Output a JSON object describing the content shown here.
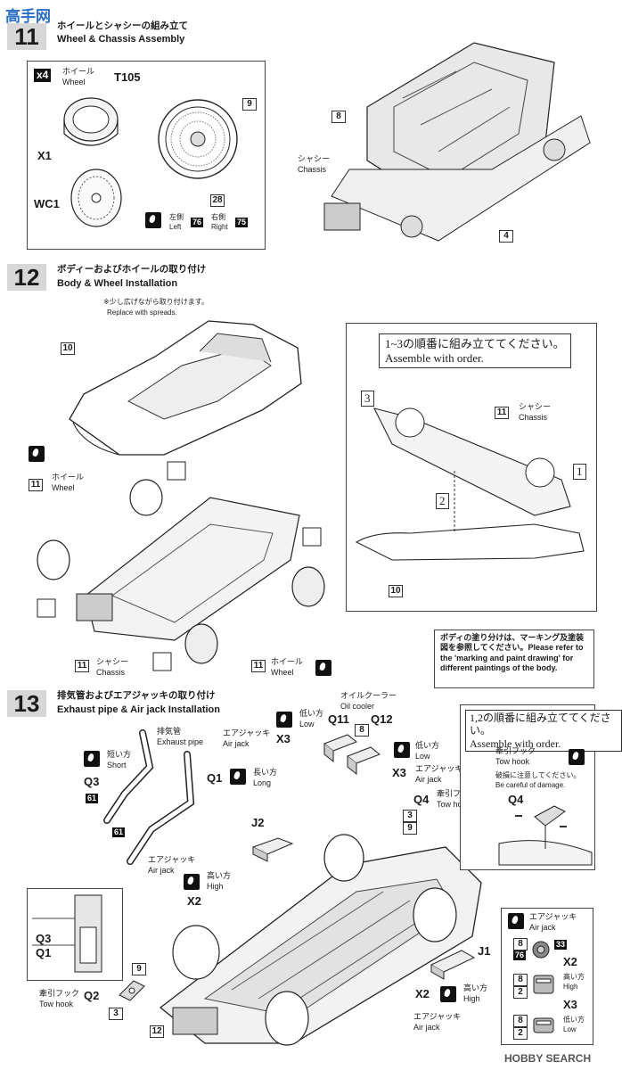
{
  "watermark": {
    "site_text": "高手网",
    "footer_brand": "HOBBY SEARCH"
  },
  "step11": {
    "number": "11",
    "title_jp": "ホイールとシャシーの組み立て",
    "title_en": "Wheel & Chassis Assembly",
    "wheel_qty": "x4",
    "wheel_jp": "ホイール",
    "wheel_en": "Wheel",
    "tire_part": "T105",
    "x1": "X1",
    "wc1": "WC1",
    "part_9": "9",
    "part_28": "28",
    "left_jp": "左側",
    "left_en": "Left",
    "left_color": "76",
    "right_jp": "右側",
    "right_en": "Right",
    "right_color": "75",
    "body_part": "8",
    "chassis_jp": "シャシー",
    "chassis_en": "Chassis",
    "part_4": "4"
  },
  "step12": {
    "number": "12",
    "title_jp": "ボディーおよびホイールの取り付け",
    "title_en": "Body & Wheel Installation",
    "note_jp": "※少し広げながら取り付けます。",
    "note_en": "Replace with spreads.",
    "part_10": "10",
    "part_11": "11",
    "wheel_jp": "ホイール",
    "wheel_en": "Wheel",
    "chassis_jp": "シャシー",
    "chassis_en": "Chassis",
    "order_jp": "1~3の順番に組み立ててください。",
    "order_en": "Assemble with order.",
    "order_1": "1",
    "order_2": "2",
    "order_3": "3",
    "paint_note": "ボディの塗り分けは、マーキング及塗装図を参照してください。Please refer to the 'marking and paint drawing' for different paintings of the body."
  },
  "step13": {
    "number": "13",
    "title_jp": "排気管およびエアジャッキの取り付け",
    "title_en": "Exhaust pipe & Air jack Installation",
    "exhaust_jp": "排気管",
    "exhaust_en": "Exhaust pipe",
    "short_jp": "短い方",
    "short_en": "Short",
    "long_jp": "長い方",
    "long_en": "Long",
    "q3": "Q3",
    "q1": "Q1",
    "q2": "Q2",
    "q4": "Q4",
    "q11": "Q11",
    "q12": "Q12",
    "color_61": "61",
    "airjack_jp": "エアジャッキ",
    "airjack_en": "Air jack",
    "low_jp": "低い方",
    "low_en": "Low",
    "high_jp": "高い方",
    "high_en": "High",
    "x2": "X2",
    "x3": "X3",
    "oil_cooler_jp": "オイルクーラー",
    "oil_cooler_en": "Oil cooler",
    "part_8": "8",
    "tow_hook_jp": "牽引フック",
    "tow_hook_en": "Tow hook",
    "part_3": "3",
    "part_9": "9",
    "part_12": "12",
    "j1": "J1",
    "j2": "J2",
    "order_jp": "1,2の順番に組み立ててください。",
    "order_en": "Assemble with order.",
    "damage_jp": "破損に注意してください。",
    "damage_en": "Be careful of damage.",
    "legend_color_8": "8",
    "legend_color_76": "76",
    "legend_color_33": "33",
    "legend_color_2": "2",
    "legend_high_jp": "高い方",
    "legend_high_en": "High",
    "legend_low_jp": "低い方",
    "legend_low_en": "Low"
  }
}
